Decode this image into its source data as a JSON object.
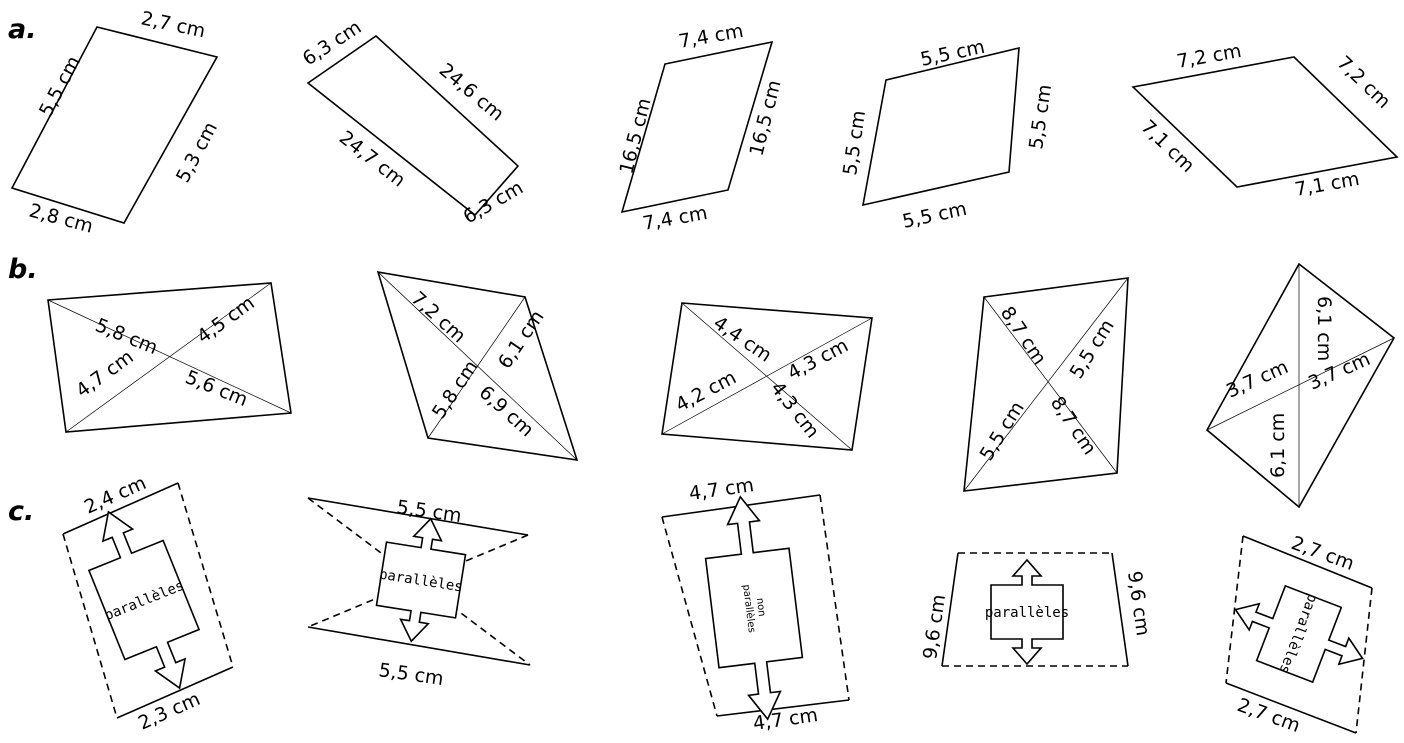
{
  "rows": [
    "a.",
    "b.",
    "c."
  ],
  "row_a": {
    "f1": [
      "2,7 cm",
      "5,5 cm",
      "5,3 cm",
      "2,8 cm"
    ],
    "f2": [
      "6,3 cm",
      "24,6 cm",
      "24,7 cm",
      "6,3 cm"
    ],
    "f3": [
      "7,4 cm",
      "16,5 cm",
      "16,5 cm",
      "7,4 cm"
    ],
    "f4": [
      "5,5 cm",
      "5,5 cm",
      "5,5 cm",
      "5,5 cm"
    ],
    "f5": [
      "7,2 cm",
      "7,2 cm",
      "7,1 cm",
      "7,1 cm"
    ]
  },
  "row_b": {
    "f1": [
      "5,8 cm",
      "4,5 cm",
      "4,7 cm",
      "5,6 cm"
    ],
    "f2": [
      "7,2 cm",
      "6,1 cm",
      "5,8 cm",
      "6,9 cm"
    ],
    "f3": [
      "4,4 cm",
      "4,3 cm",
      "4,2 cm",
      "4,3 cm"
    ],
    "f4": [
      "8,7 cm",
      "5,5 cm",
      "5,5 cm",
      "8,7 cm"
    ],
    "f5": [
      "6,1 cm",
      "3,7 cm",
      "3,7 cm",
      "6,1 cm"
    ]
  },
  "row_c": {
    "f1": [
      "2,4 cm",
      "2,3 cm"
    ],
    "f2": [
      "5,5 cm",
      "5,5 cm"
    ],
    "f3": [
      "4,7 cm",
      "4,7 cm"
    ],
    "f4": [
      "9,6 cm",
      "9,6 cm"
    ],
    "f5": [
      "2,7 cm",
      "2,7 cm"
    ]
  },
  "words": {
    "parallel": "parallèles",
    "non": "non",
    "nonparallel": "parallèles"
  }
}
